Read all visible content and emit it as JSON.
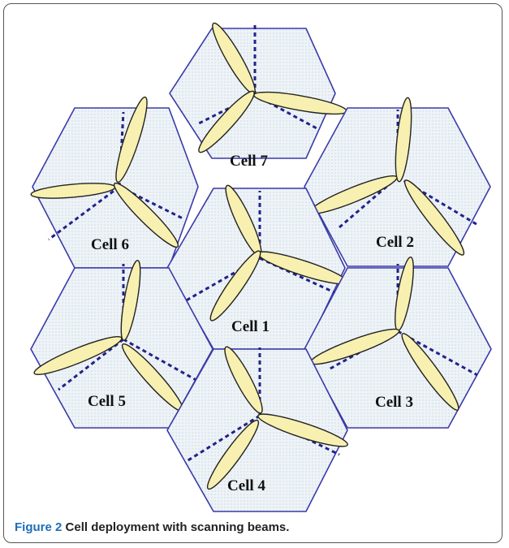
{
  "cells": [
    {
      "id": "cell-1",
      "label": "Cell 1"
    },
    {
      "id": "cell-2",
      "label": "Cell 2"
    },
    {
      "id": "cell-3",
      "label": "Cell 3"
    },
    {
      "id": "cell-4",
      "label": "Cell 4"
    },
    {
      "id": "cell-5",
      "label": "Cell 5"
    },
    {
      "id": "cell-6",
      "label": "Cell 6"
    },
    {
      "id": "cell-7",
      "label": "Cell 7"
    }
  ],
  "caption": {
    "label": "Figure 2",
    "text": "Cell deployment with scanning beams."
  },
  "colors": {
    "hex_border": "#3a3aa8",
    "hex_fill": "#eef3f6",
    "dash": "#22228a",
    "beam_fill": "#f7f0b0",
    "beam_stroke": "#222222",
    "caption_label": "#1b6fb8"
  }
}
